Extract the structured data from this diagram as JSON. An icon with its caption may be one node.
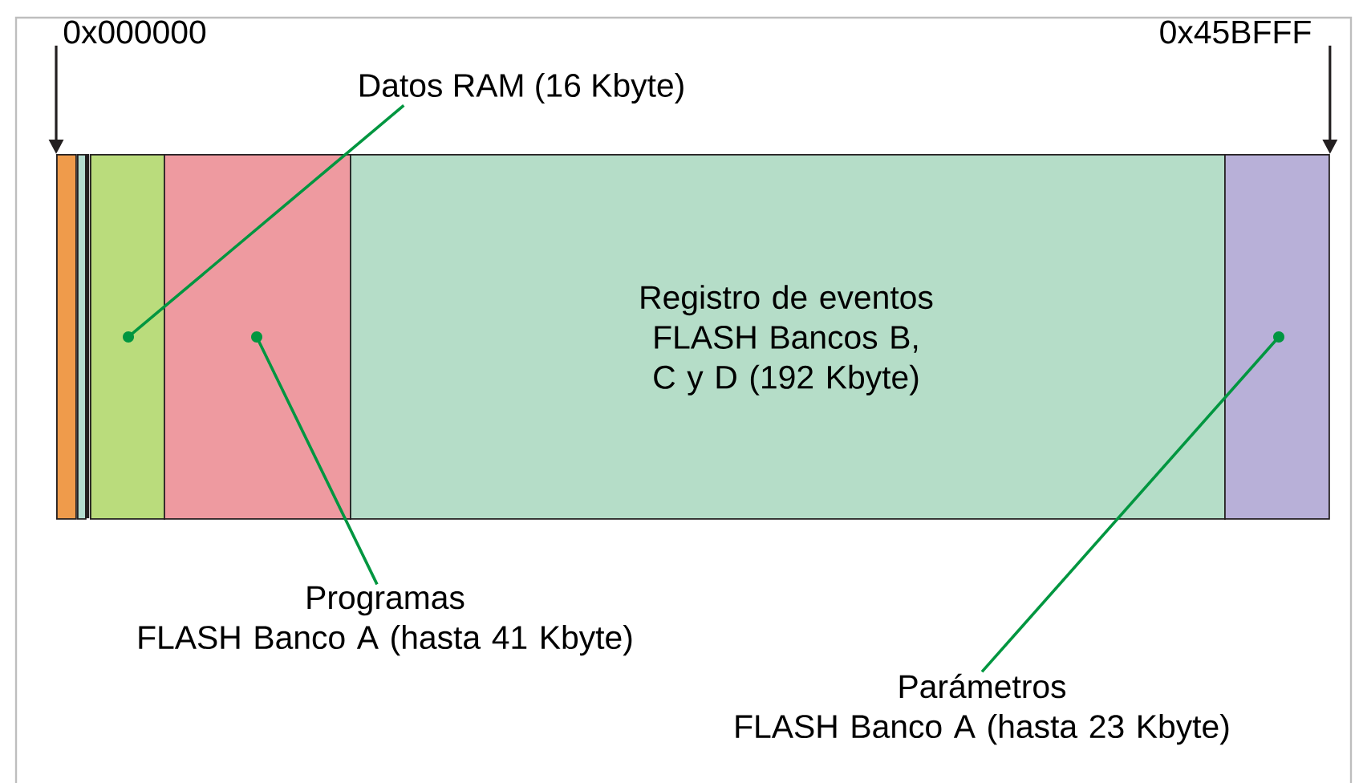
{
  "diagram": {
    "nodes": [
      {
        "text": [
          "0x000000"
        ]
      },
      {
        "text": [
          "Datos RAM (16 Kbyte)"
        ]
      },
      {
        "text": [
          "0x45BFFF"
        ]
      },
      {
        "text": [],
        "shape": "bar"
      },
      {
        "text": [],
        "shape": "bar"
      },
      {
        "text": [],
        "shape": "bar"
      },
      {
        "text": [],
        "shape": "bar"
      },
      {
        "text": [
          "Registro de eventos FLASH Bancos B, C y D (192 Kbyte)"
        ]
      },
      {
        "text": [],
        "shape": "bar"
      },
      {
        "text": [
          "Programas",
          "FLASH Banco A (hasta 41 Kbyte)"
        ]
      },
      {
        "text": [
          "Parámetros",
          "FLASH Banco A (hasta 23 Kbyte)"
        ]
      }
    ],
    "edges": [
      {
        "from": 0,
        "to": 3,
        "arrow": "to",
        "color": "#231f20"
      },
      {
        "from": 2,
        "to": 8,
        "arrow": "to",
        "color": "#231f20"
      },
      {
        "from": 1,
        "to": 5,
        "arrow": "other",
        "color": "#009640"
      },
      {
        "from": 9,
        "to": 6,
        "arrow": "other",
        "color": "#009640"
      },
      {
        "from": 10,
        "to": 8,
        "arrow": "other",
        "color": "#009640"
      }
    ]
  }
}
